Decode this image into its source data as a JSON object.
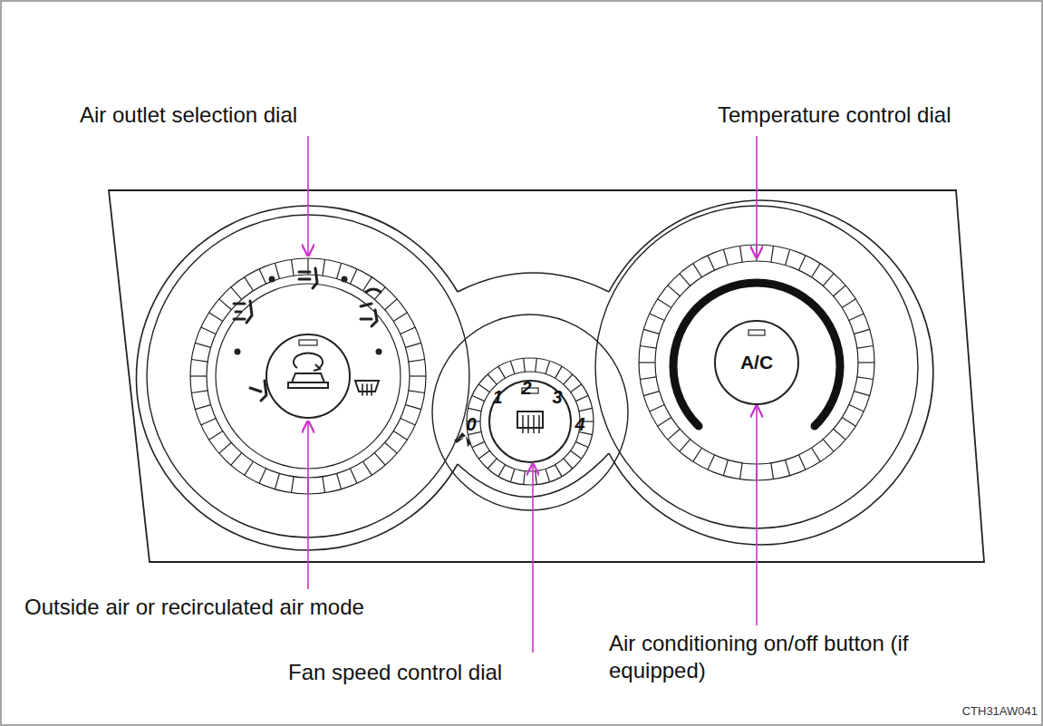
{
  "diagram": {
    "labels": [
      "Air outlet selection dial",
      "Temperature control dial",
      "0",
      "1",
      "2",
      "3",
      "4",
      "A/C",
      "Outside air or recirculated air mode",
      "Fan speed control dial",
      "Air conditioning on/off button (if equipped)",
      "CTH31AW041"
    ]
  }
}
